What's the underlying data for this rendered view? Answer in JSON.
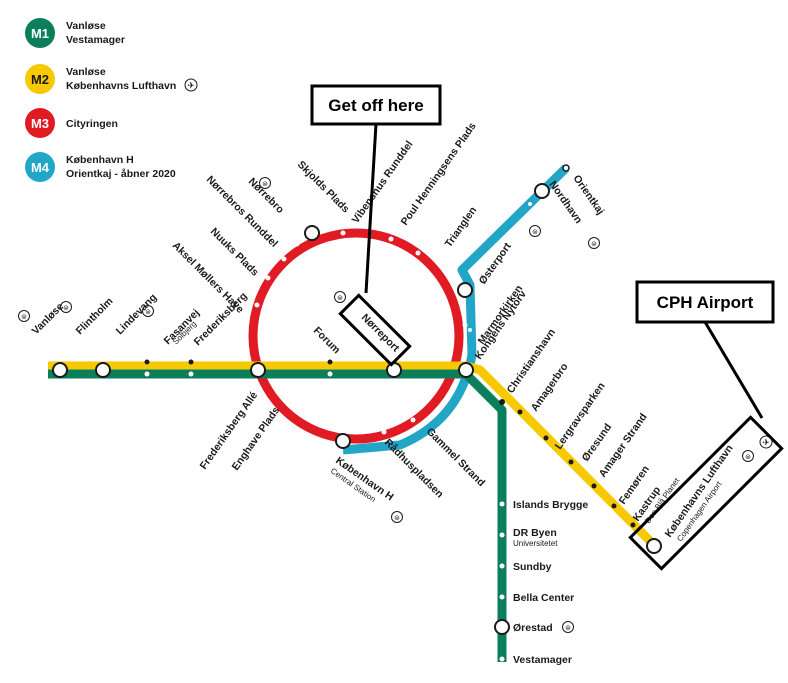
{
  "colors": {
    "m1": "#0b7e5c",
    "m2": "#f6c900",
    "m3": "#e01b23",
    "m4": "#22a6c8"
  },
  "legend": [
    {
      "badge": "M1",
      "lines": [
        "Vanløse",
        "Vestamager"
      ]
    },
    {
      "badge": "M2",
      "lines": [
        "Vanløse",
        "Københavns Lufthavn"
      ]
    },
    {
      "badge": "M3",
      "lines": [
        "Cityringen"
      ]
    },
    {
      "badge": "M4",
      "lines": [
        "København H",
        "Orientkaj - åbner 2020"
      ]
    }
  ],
  "callouts": {
    "get_off": "Get off here",
    "airport": "CPH Airport"
  },
  "stations": {
    "vanlose": "Vanløse",
    "flintholm": "Flintholm",
    "lindevang": "Lindevang",
    "fasanvej": "Fasanvej",
    "fasanvej_sub": "Solbjerg",
    "frederiksberg": "Frederiksberg",
    "forum": "Forum",
    "norreport": "Nørreport",
    "kongens_nytorv": "Kongens Nytorv",
    "christianshavn": "Christianshavn",
    "amagerbro": "Amagerbro",
    "lergravsparken": "Lergravsparken",
    "oresund": "Øresund",
    "amager_strand": "Amager Strand",
    "femoren": "Femøren",
    "kastrup": "Kastrup",
    "kastrup_sub": "Den Blå Planet",
    "lufthavn": "Københavns Lufthavn",
    "lufthavn_sub": "Copenhagen Airport",
    "islands_brygge": "Islands Brygge",
    "dr_byen": "DR Byen",
    "dr_byen_sub": "Universitetet",
    "sundby": "Sundby",
    "bella_center": "Bella Center",
    "orestad": "Ørestad",
    "vestamager": "Vestamager",
    "aksel_mollers_have": "Aksel Møllers Have",
    "nuuks_plads": "Nuuks Plads",
    "norrebros_runddel": "Nørrebros Runddel",
    "norrebro": "Nørrebro",
    "skjolds_plads": "Skjolds Plads",
    "vibenshus_runddel": "Vibenshus Runddel",
    "poul_henningsens_plads": "Poul Henningsens Plads",
    "trianglen": "Trianglen",
    "osterport": "Østerport",
    "marmorkirken": "Marmorkirken",
    "nordhavn": "Nordhavn",
    "orientkaj": "Orientkaj",
    "frederiksberg_alle": "Frederiksberg Allé",
    "enghave_plads": "Enghave Plads",
    "kobenhavn_h": "København H",
    "kobenhavn_h_sub": "Central Station",
    "radhuspladsen": "Rådhuspladsen",
    "gammel_strand": "Gammel Strand"
  }
}
